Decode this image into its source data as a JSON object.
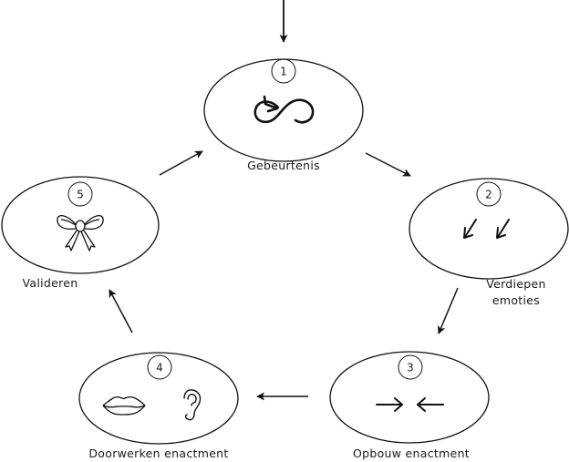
{
  "diagram": {
    "type": "cycle",
    "entry_arrow": {
      "target": "1"
    },
    "nodes": [
      {
        "id": "1",
        "number": "1",
        "label_lines": [
          "Gebeurtenis"
        ],
        "icon": "loop-arrow-icon"
      },
      {
        "id": "2",
        "number": "2",
        "label_lines": [
          "Verdiepen",
          "emoties"
        ],
        "icon": "double-down-left-arrow-icon"
      },
      {
        "id": "3",
        "number": "3",
        "label_lines": [
          "Opbouw enactment"
        ],
        "icon": "converging-arrows-icon"
      },
      {
        "id": "4",
        "number": "4",
        "label_lines": [
          "Doorwerken enactment"
        ],
        "icon": "lips-and-ear-icon"
      },
      {
        "id": "5",
        "number": "5",
        "label_lines": [
          "Valideren"
        ],
        "icon": "bow-icon"
      }
    ],
    "edges": [
      {
        "from": "1",
        "to": "2"
      },
      {
        "from": "2",
        "to": "3"
      },
      {
        "from": "3",
        "to": "4"
      },
      {
        "from": "4",
        "to": "5"
      },
      {
        "from": "5",
        "to": "1"
      }
    ],
    "colors": {
      "stroke": "#111111",
      "background": "#ffffff"
    }
  }
}
